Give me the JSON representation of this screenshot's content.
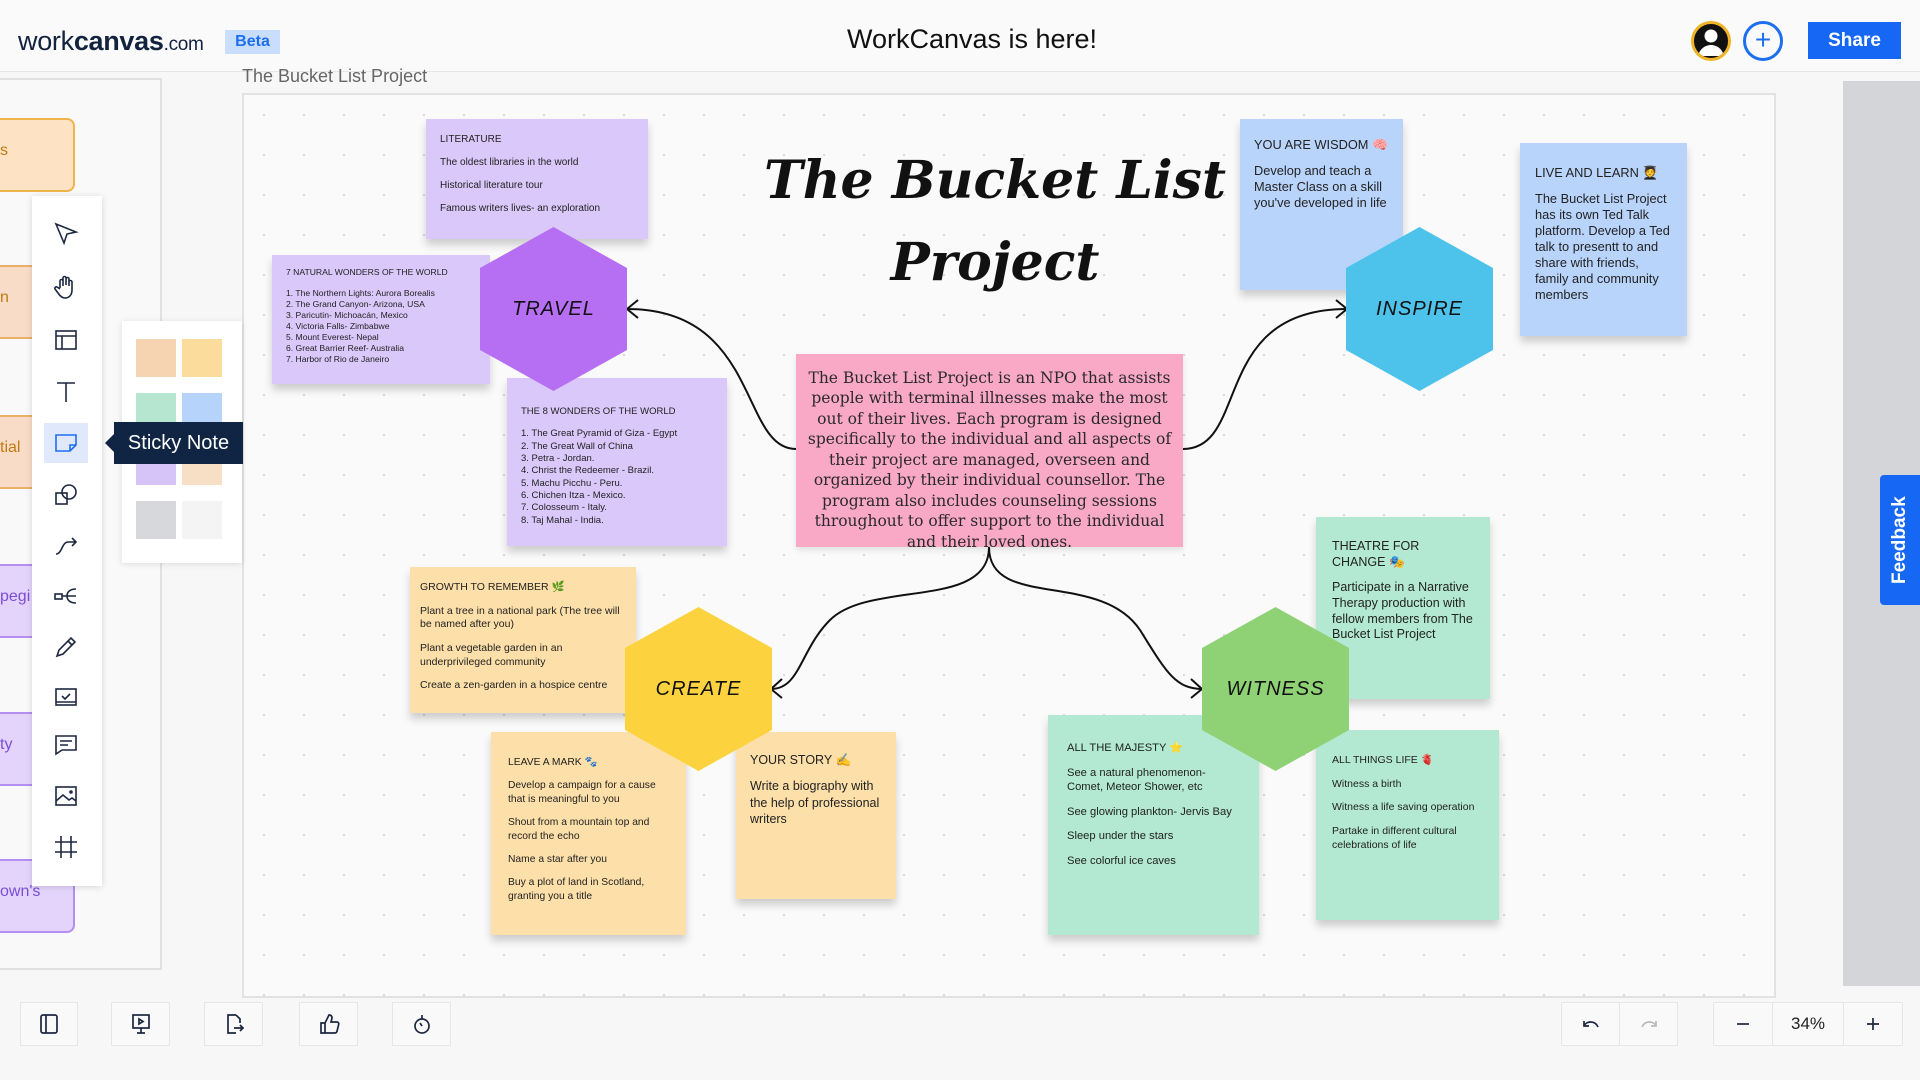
{
  "header": {
    "logo_light": "work",
    "logo_bold": "canvas",
    "logo_suffix": ".com",
    "beta_label": "Beta",
    "title": "WorkCanvas is here!",
    "share_label": "Share"
  },
  "left_panel_fragments": [
    "s",
    "n",
    "tial",
    "pegi",
    "ty",
    "own's"
  ],
  "toolbar": {
    "tools": [
      "select",
      "hand",
      "template",
      "text",
      "sticky-note",
      "shapes",
      "connector",
      "mind-map",
      "pen",
      "task",
      "comment",
      "image",
      "frame"
    ],
    "tooltip": "Sticky Note",
    "swatch_colors": [
      "#f6d3b1",
      "#fbdc9c",
      "#b6e6cf",
      "#b5d3fb",
      "#d6c3f8",
      "#f7dfc6",
      "#d7d8db",
      "#f4f4f4"
    ]
  },
  "canvas": {
    "frame_label": "The Bucket List Project",
    "title_line1": "The Bucket List",
    "title_line2": "Project",
    "description": "The Bucket List Project is an NPO that assists people with terminal illnesses make the most out of their lives. Each program is designed specifically to the individual and all aspects of their project are managed, overseen and organized by their individual counsellor. The program also includes counseling sessions throughout to offer support to the individual and their loved ones.",
    "hexagons": [
      {
        "id": "travel",
        "label": "TRAVEL",
        "color": "#b66ef3"
      },
      {
        "id": "inspire",
        "label": "INSPIRE",
        "color": "#4dc3eb"
      },
      {
        "id": "create",
        "label": "CREATE",
        "color": "#fdd23f"
      },
      {
        "id": "witness",
        "label": "WITNESS",
        "color": "#8ed275"
      }
    ],
    "notes": [
      {
        "id": "literature",
        "color": "purple",
        "title": "LITERATURE",
        "items": [
          "The oldest libraries in the world",
          "Historical literature tour",
          "Famous writers lives- an exploration"
        ]
      },
      {
        "id": "natural",
        "color": "purple",
        "list": true,
        "title": "7 NATURAL WONDERS OF THE WORLD",
        "items": [
          "1. The Northern Lights: Aurora Borealis",
          "2. The Grand Canyon- Arizona, USA",
          "3. Paricutin- Michoacán, Mexico",
          "4. Victoria Falls- Zimbabwe",
          "5. Mount Everest- Nepal",
          "6. Great Barrier Reef- Australia",
          "7. Harbor of Rio de Janeiro"
        ]
      },
      {
        "id": "wonders",
        "color": "purple",
        "list": true,
        "title": "THE 8 WONDERS OF THE WORLD",
        "items": [
          "1. The Great Pyramid of Giza - Egypt",
          "2. The Great Wall of China",
          "3. Petra - Jordan.",
          "4. Christ the Redeemer - Brazil.",
          "5. Machu Picchu - Peru.",
          "6. Chichen Itza - Mexico.",
          "7. Colosseum - Italy.",
          "8. Taj Mahal - India."
        ]
      },
      {
        "id": "wisdom",
        "color": "blue",
        "title": "YOU ARE WISDOM 🧠",
        "items": [
          "Develop and teach a Master Class on a skill you've developed in life"
        ]
      },
      {
        "id": "live",
        "color": "blue",
        "title": "LIVE AND LEARN 🧑‍🎓",
        "items": [
          "The Bucket List Project has its own Ted Talk platform. Develop a Ted talk to presentt to and share with friends, family and community members"
        ]
      },
      {
        "id": "theatre",
        "color": "mint",
        "title": "THEATRE FOR CHANGE 🎭",
        "items": [
          "Participate in a Narrative Therapy production with fellow members from The Bucket List Project"
        ]
      },
      {
        "id": "majesty",
        "color": "mint",
        "title": "ALL THE MAJESTY ⭐",
        "items": [
          "See a natural phenomenon- Comet, Meteor Shower, etc",
          "See glowing plankton- Jervis Bay",
          "Sleep under the stars",
          "See colorful ice caves"
        ]
      },
      {
        "id": "life",
        "color": "mint",
        "title": "ALL THINGS LIFE 🫀",
        "items": [
          "Witness a birth",
          "Witness a life saving operation",
          "Partake in different cultural celebrations of life"
        ]
      },
      {
        "id": "growth",
        "color": "peach",
        "title": "GROWTH TO REMEMBER 🌿",
        "items": [
          "Plant a tree in a national park (The tree will be named after you)",
          "Plant a vegetable garden in an underprivileged community",
          "Create a zen-garden in a hospice centre"
        ]
      },
      {
        "id": "mark",
        "color": "peach",
        "title": "LEAVE A MARK 🐾",
        "items": [
          "Develop a campaign for a cause that is meaningful to you",
          "Shout from a mountain top and record the echo",
          "Name a star after you",
          "Buy a plot of land in Scotland, granting you a title"
        ]
      },
      {
        "id": "story",
        "color": "peach",
        "title": "YOUR STORY ✍️",
        "items": [
          "Write a biography with the help of professional writers"
        ]
      }
    ]
  },
  "feedback_label": "Feedback",
  "bottom": {
    "zoom_level": "34%"
  }
}
